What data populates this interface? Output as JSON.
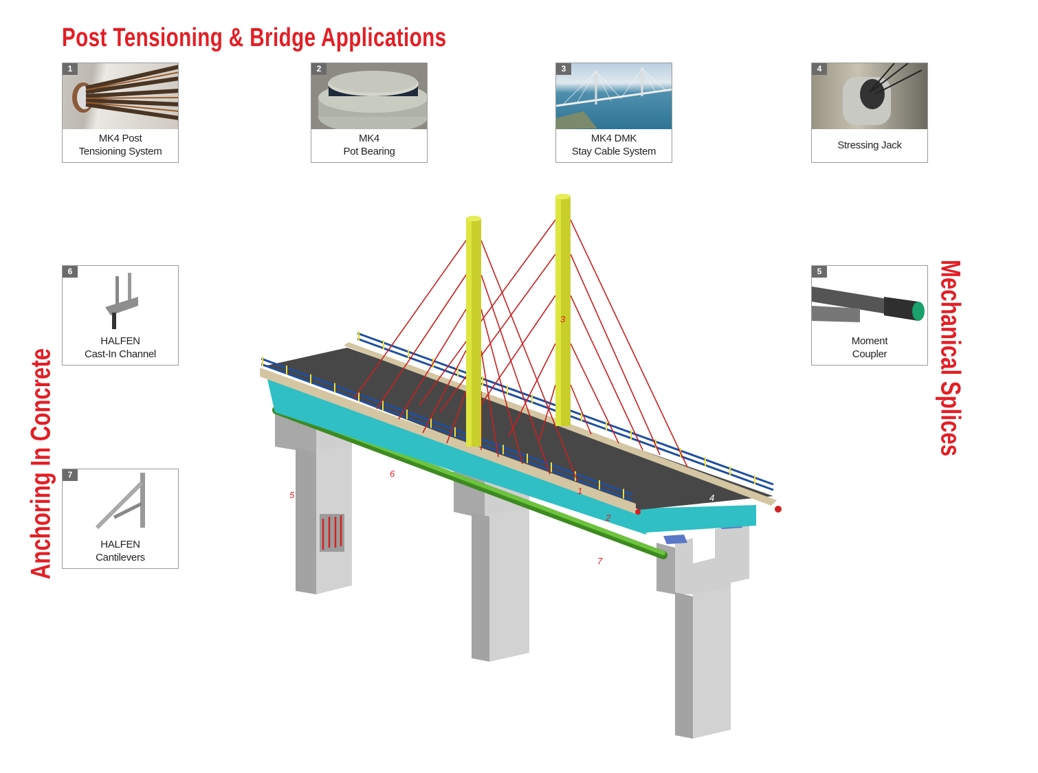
{
  "title": "Post Tensioning & Bridge Applications",
  "side_left": "Anchoring In Concrete",
  "side_right": "Mechanical Splices",
  "cards": [
    {
      "num": "1",
      "line1": "MK4 Post",
      "line2": "Tensioning System"
    },
    {
      "num": "2",
      "line1": "MK4",
      "line2": "Pot Bearing"
    },
    {
      "num": "3",
      "line1": "MK4 DMK",
      "line2": "Stay Cable System"
    },
    {
      "num": "4",
      "line1": "Stressing Jack",
      "line2": ""
    },
    {
      "num": "5",
      "line1": "Moment",
      "line2": "Coupler"
    },
    {
      "num": "6",
      "line1": "HALFEN",
      "line2": "Cast-In Channel"
    },
    {
      "num": "7",
      "line1": "HALFEN",
      "line2": "Cantilevers"
    }
  ],
  "diagram_labels": [
    "1",
    "2",
    "3",
    "4",
    "5",
    "6",
    "7"
  ],
  "colors": {
    "accent": "#e31e24",
    "tower": "#c8cf2a",
    "girder": "#2fbfc4",
    "deck": "#474747",
    "pipe": "#5cb531",
    "pier": "#cfcfcf"
  }
}
